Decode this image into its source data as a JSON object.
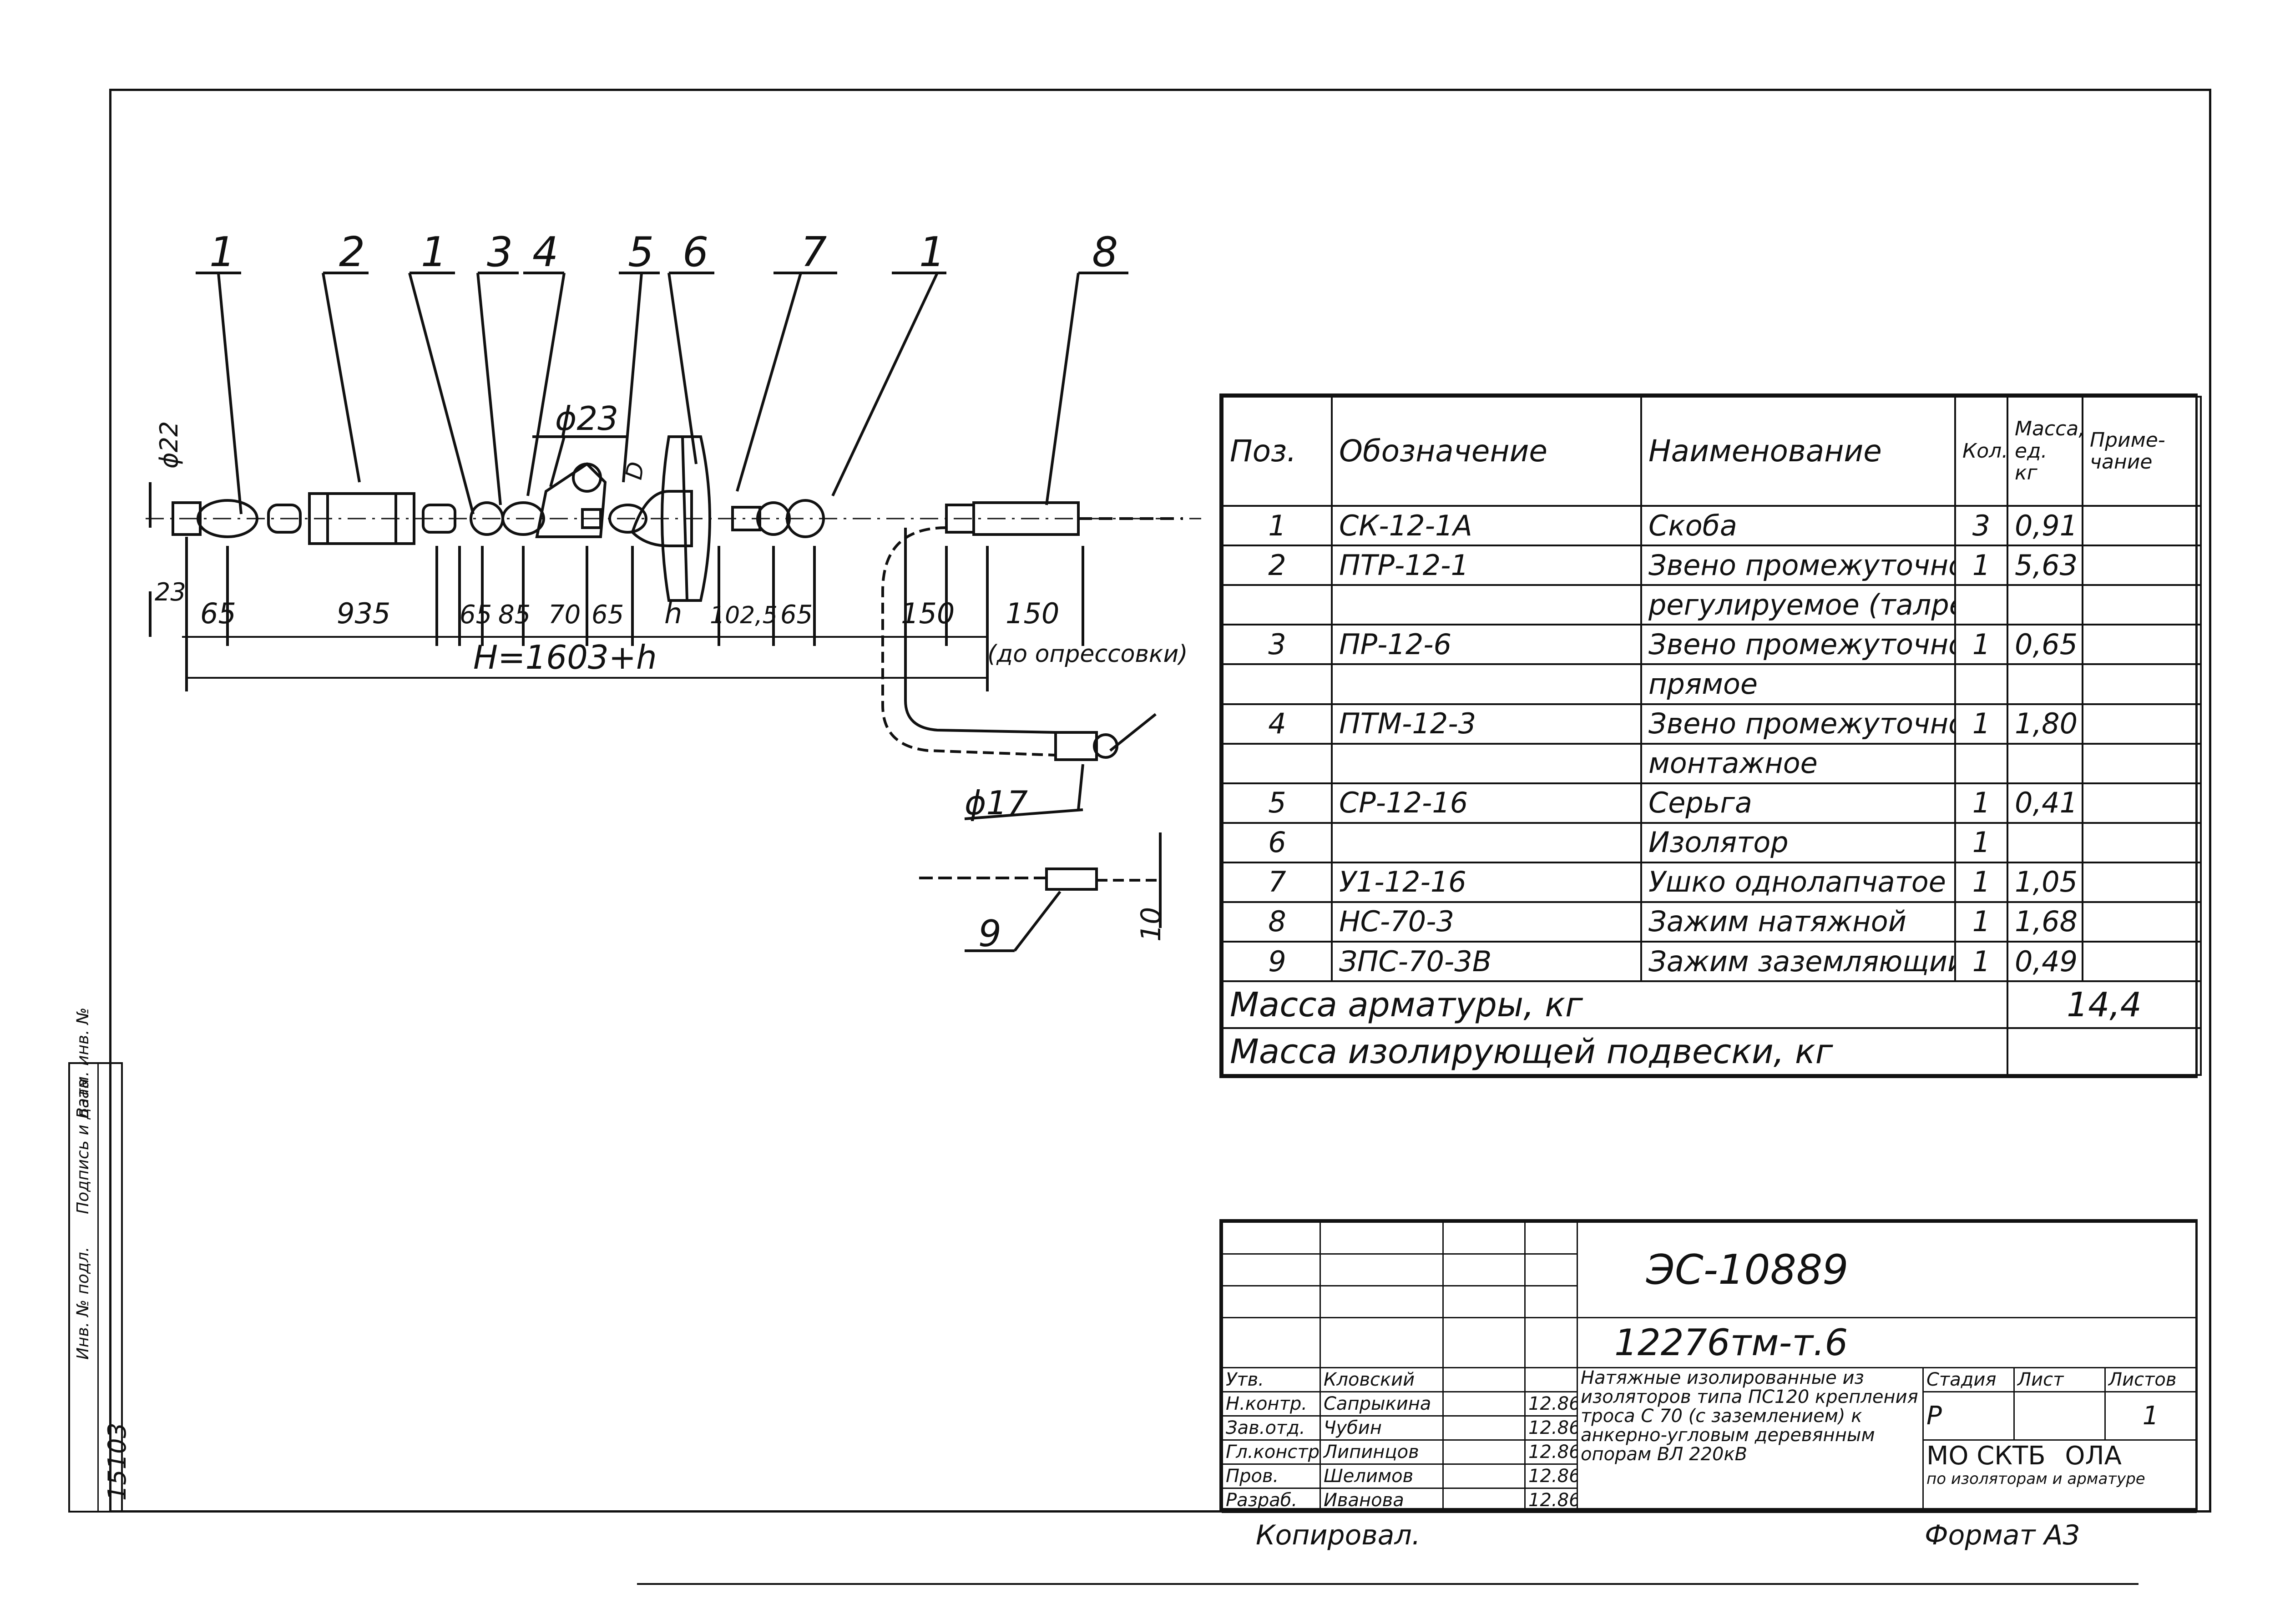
{
  "drawing": {
    "callouts": [
      "1",
      "2",
      "1",
      "3",
      "4",
      "5",
      "6",
      "7",
      "1",
      "8",
      "9"
    ],
    "phi23": "ϕ23",
    "phi22": "ϕ22",
    "phi17": "ϕ17",
    "d_label": "D",
    "dims": [
      "23",
      "65",
      "935",
      "65",
      "85",
      "70",
      "65",
      "h",
      "102,5",
      "65",
      "150",
      "150"
    ],
    "total": "H=1603+h",
    "before_crimp": "(до опрессовки)",
    "ten": "10"
  },
  "spec": {
    "headers": {
      "pos": "Поз.",
      "designation": "Обозначение",
      "name": "Наименование",
      "qty": "Кол.",
      "mass": "Масса, ед. кг",
      "note": "Приме- чание"
    },
    "rows": [
      {
        "pos": "1",
        "designation": "СК-12-1А",
        "name": "Скоба",
        "qty": "3",
        "mass": "0,91"
      },
      {
        "pos": "2",
        "designation": "ПТР-12-1",
        "name": "Звено промежуточное",
        "qty": "1",
        "mass": "5,63"
      },
      {
        "pos": "",
        "designation": "",
        "name": "регулируемое (талреп)",
        "qty": "",
        "mass": ""
      },
      {
        "pos": "3",
        "designation": "ПР-12-6",
        "name": "Звено промежуточное",
        "qty": "1",
        "mass": "0,65"
      },
      {
        "pos": "",
        "designation": "",
        "name": "прямое",
        "qty": "",
        "mass": ""
      },
      {
        "pos": "4",
        "designation": "ПТМ-12-3",
        "name": "Звено промежуточное",
        "qty": "1",
        "mass": "1,80"
      },
      {
        "pos": "",
        "designation": "",
        "name": "монтажное",
        "qty": "",
        "mass": ""
      },
      {
        "pos": "5",
        "designation": "СР-12-16",
        "name": "Серьга",
        "qty": "1",
        "mass": "0,41"
      },
      {
        "pos": "6",
        "designation": "",
        "name": "Изолятор",
        "qty": "1",
        "mass": ""
      },
      {
        "pos": "7",
        "designation": "У1-12-16",
        "name": "Ушко однолапчатое",
        "qty": "1",
        "mass": "1,05"
      },
      {
        "pos": "8",
        "designation": "НС-70-3",
        "name": "Зажим натяжной",
        "qty": "1",
        "mass": "1,68"
      },
      {
        "pos": "9",
        "designation": "ЗПС-70-3В",
        "name": "Зажим заземляющий",
        "qty": "1",
        "mass": "0,49"
      }
    ],
    "mass_fittings_label": "Масса арматуры, кг",
    "mass_fittings_value": "14,4",
    "mass_suspension_label": "Масса изолирующей подвески, кг"
  },
  "titleblock": {
    "code": "ЭС-10889",
    "doc": "12276тм-т.6",
    "people": [
      {
        "role": "Утв.",
        "name": "Кловский",
        "date": ""
      },
      {
        "role": "Н.контр.",
        "name": "Сапрыкина",
        "date": "12.86"
      },
      {
        "role": "Зав.отд.",
        "name": "Чубин",
        "date": "12.86"
      },
      {
        "role": "Гл.констр.",
        "name": "Липинцов",
        "date": "12.86"
      },
      {
        "role": "Пров.",
        "name": "Шелимов",
        "date": "12.86"
      },
      {
        "role": "Разраб.",
        "name": "Иванова",
        "date": "12.86"
      }
    ],
    "description": "Натяжные изолированные из изоляторов типа ПС120 крепления троса С 70 (с заземлением) к анкерно-угловым деревянным опорам ВЛ 220кВ",
    "stage_label": "Стадия",
    "sheet_label": "Лист",
    "sheets_label": "Листов",
    "stage": "Р",
    "sheets": "1",
    "org": "МО СКТБ",
    "org2": "ОЛА",
    "org_sub": "по изоляторам и арматуре"
  },
  "footer": {
    "copied": "Копировал.",
    "format": "Формат А3"
  },
  "sidestrip": {
    "inv": "Инв. № подл.",
    "sign": "Подпись и дата",
    "vzam": "Взам. инв. №",
    "number": "15103"
  }
}
